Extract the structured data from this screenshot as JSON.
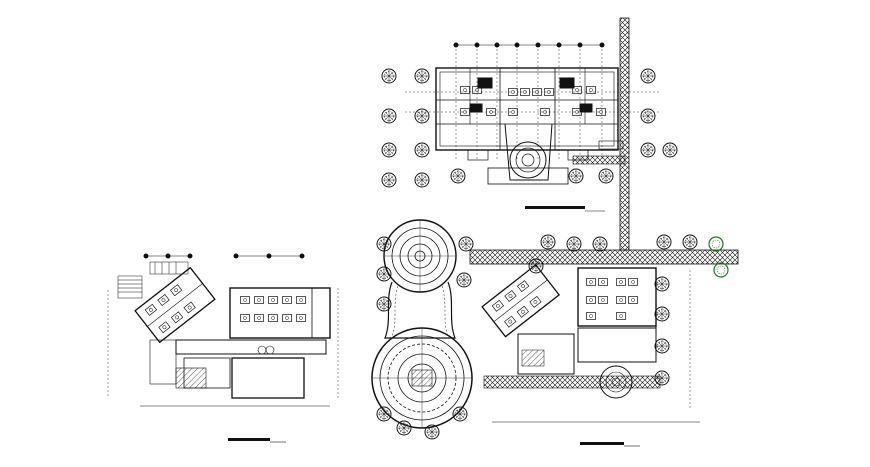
{
  "drawing": {
    "background": "#ffffff",
    "line_color": "#111111",
    "accent_color": "#1a7a1a",
    "plans": [
      "upper-floor-plan",
      "left-floor-plan",
      "site-plan"
    ]
  }
}
